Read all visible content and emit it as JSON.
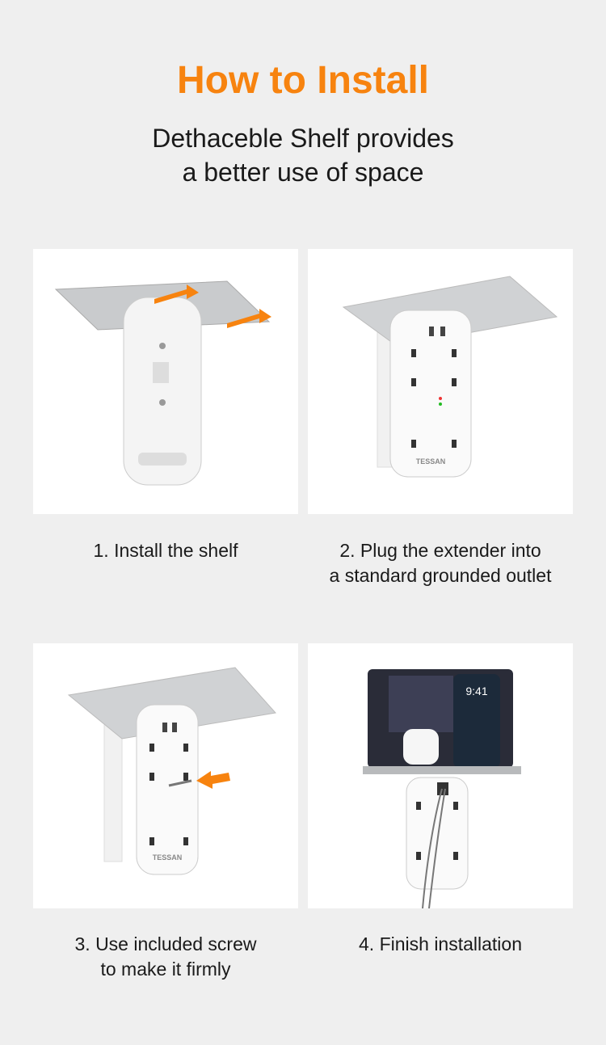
{
  "header": {
    "title": "How to Install",
    "subtitle_line1": "Dethaceble Shelf provides",
    "subtitle_line2": "a better use of space"
  },
  "accent_color": "#f7830f",
  "steps": [
    {
      "caption_line1": "1. Install the shelf",
      "caption_line2": ""
    },
    {
      "caption_line1": "2. Plug the extender into",
      "caption_line2": "a standard grounded outlet"
    },
    {
      "caption_line1": "3. Use included screw",
      "caption_line2": "to make it firmly"
    },
    {
      "caption_line1": "4. Finish installation",
      "caption_line2": ""
    }
  ],
  "brand_logo": "TESSAN",
  "phone_time": "9:41"
}
